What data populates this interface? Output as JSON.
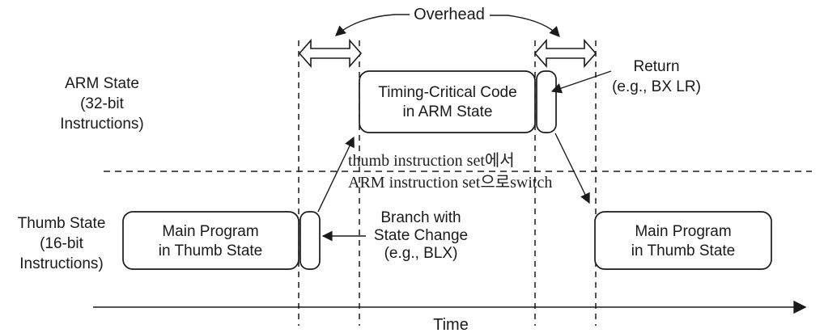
{
  "figure": {
    "background": "#ffffff",
    "ink": "#1a1a1a",
    "overhead_label": "Overhead",
    "arm_row": {
      "lines": [
        "ARM State",
        "(32-bit",
        "Instructions)"
      ]
    },
    "thumb_row": {
      "lines": [
        "Thumb State",
        "(16-bit",
        "Instructions)"
      ]
    },
    "timing_box": {
      "lines": [
        "Timing-Critical Code",
        "in ARM State"
      ]
    },
    "main_box_left": {
      "lines": [
        "Main Program",
        "in Thumb State"
      ]
    },
    "main_box_right": {
      "lines": [
        "Main Program",
        "in Thumb State"
      ]
    },
    "return_note": {
      "lines": [
        "Return",
        "(e.g., BX LR)"
      ]
    },
    "branch_note": {
      "lines": [
        "Branch with",
        "State Change",
        "(e.g., BLX)"
      ]
    },
    "switch_note": {
      "lines": [
        "thumb instruction set에서",
        "ARM instruction set으로switch"
      ]
    },
    "time_label": "Time"
  }
}
